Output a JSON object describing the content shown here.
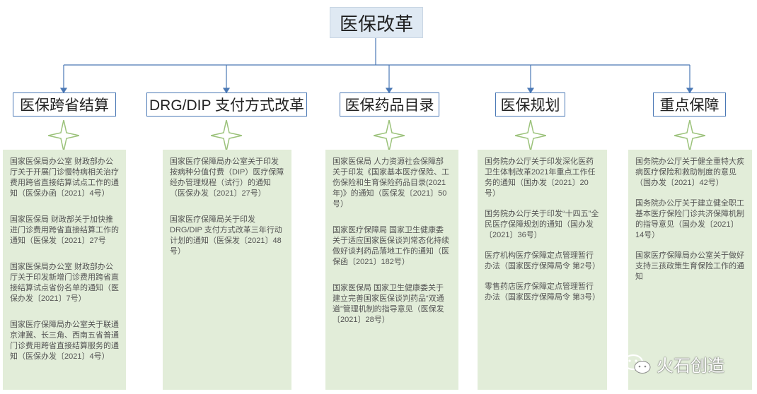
{
  "root": {
    "title": "医保改革"
  },
  "branches": [
    {
      "title": "医保跨省结算",
      "items": [
        "国家医保局办公室 财政部办公厅关于开展门诊慢特病相关治疗费用跨省直接结算试点工作的通知（医保办函〔2021〕4号）",
        "国家医保局 财政部关于加快推进门诊费用跨省直接结算工作的通知（医保发〔2021〕27号",
        "国家医保局办公室 财政部办公厅关于印发新增门诊费用跨省直接结算试点省份名单的通知（医保办发〔2021〕7号）",
        "国家医疗保障局办公室关于联通京津冀、长三角、西南五省普通门诊费用跨省直接结算服务的通知（医保办发〔2021〕4号）"
      ]
    },
    {
      "title": "DRG/DIP 支付方式改革",
      "items": [
        "国家医疗保障局办公室关于印发按病种分值付费（DIP）医疗保障经办管理规程（试行）的通知（医保办发〔2021〕27号）",
        "国家医疗保障局关于印发DRG/DIP 支付方式改革三年行动计划的通知（医保发〔2021〕48号）"
      ]
    },
    {
      "title": "医保药品目录",
      "items": [
        "国家医保局 人力资源社会保障部关于印发《国家基本医疗保险、工伤保险和生育保险药品目录(2021年)》的通知（医保发〔2021〕50号）",
        "国家医疗保障局 国家卫生健康委关于适应国家医保谈判常态化持续做好谈判药品落地工作的通知（医保函〔2021〕182号）",
        "国家医保局 国家卫生健康委关于建立完善国家医保谈判药品“双通道”管理机制的指导意见（医保发〔2021〕28号）"
      ]
    },
    {
      "title": "医保规划",
      "items": [
        "国务院办公厅关于印发深化医药卫生体制改革2021年重点工作任务的通知（国办发〔2021〕20号）",
        "国务院办公厅关于印发“十四五”全民医疗保障规划的通知（国办发〔2021〕36号）",
        "医疗机构医疗保障定点管理暂行办法（国家医疗保障局令 第2号）",
        "零售药店医疗保障定点管理暂行办法（国家医疗保障局令 第3号）"
      ]
    },
    {
      "title": "重点保障",
      "items": [
        "国务院办公厅关于健全重特大疾病医疗保险和救助制度的意见（国办发〔2021〕42号）",
        "国务院办公厅关于建立健全职工基本医疗保险门诊共济保障机制的指导意见（国办发〔2021〕14号）",
        "国家医疗保障局办公室关于做好支持三孩政策生育保险工作的通知"
      ]
    }
  ],
  "watermark": {
    "text": "火石创造",
    "icon": "wechat-icon"
  },
  "colors": {
    "line": "#4a78b5",
    "card": "#e2edd9",
    "root_bg": "#dfe9f3",
    "star": "#9bc27a"
  }
}
